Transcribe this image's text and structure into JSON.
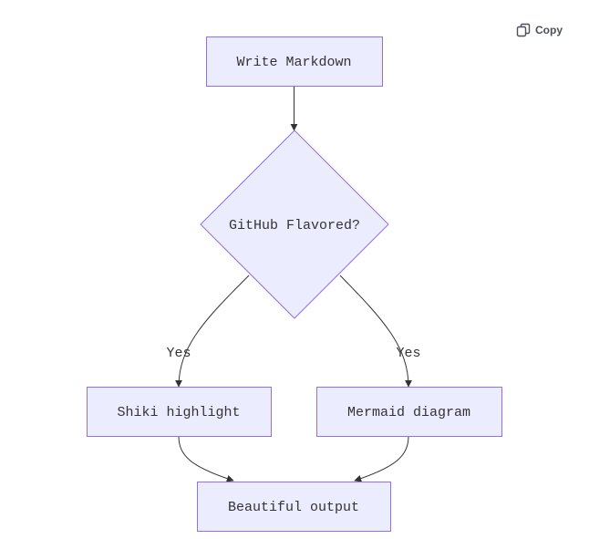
{
  "toolbar": {
    "copy_label": "Copy",
    "copy_icon": "copy-icon"
  },
  "diagram": {
    "type": "flowchart",
    "direction": "top-down",
    "colors": {
      "node_fill": "#ececff",
      "node_stroke": "#9370db",
      "edge": "#333333",
      "text": "#333333"
    },
    "nodes": [
      {
        "id": "write",
        "label": "Write Markdown",
        "shape": "rect"
      },
      {
        "id": "gfm",
        "label": "GitHub Flavored?",
        "shape": "diamond"
      },
      {
        "id": "shiki",
        "label": "Shiki highlight",
        "shape": "rect"
      },
      {
        "id": "mermaid",
        "label": "Mermaid diagram",
        "shape": "rect"
      },
      {
        "id": "output",
        "label": "Beautiful output",
        "shape": "rect"
      }
    ],
    "edges": [
      {
        "from": "write",
        "to": "gfm",
        "label": ""
      },
      {
        "from": "gfm",
        "to": "shiki",
        "label": "Yes"
      },
      {
        "from": "gfm",
        "to": "mermaid",
        "label": "Yes"
      },
      {
        "from": "shiki",
        "to": "output",
        "label": ""
      },
      {
        "from": "mermaid",
        "to": "output",
        "label": ""
      }
    ]
  }
}
